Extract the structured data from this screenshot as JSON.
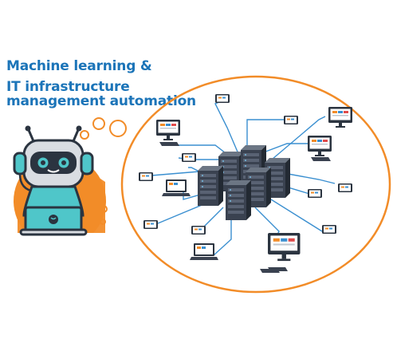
{
  "title": {
    "line1": "Machine learning &",
    "line2": "IT infrastructure",
    "line3": "management automation"
  },
  "colors": {
    "title_blue": "#1b74b8",
    "orange": "#f28c28",
    "network_blue": "#3a8fd0",
    "robot_teal": "#4fc6c9",
    "dark": "#2b3440"
  },
  "icons": [
    "robot-assistant-icon",
    "server-rack-icon",
    "desktop-monitor-icon",
    "laptop-icon",
    "tablet-icon",
    "smartphone-icon",
    "keyboard-icon"
  ]
}
